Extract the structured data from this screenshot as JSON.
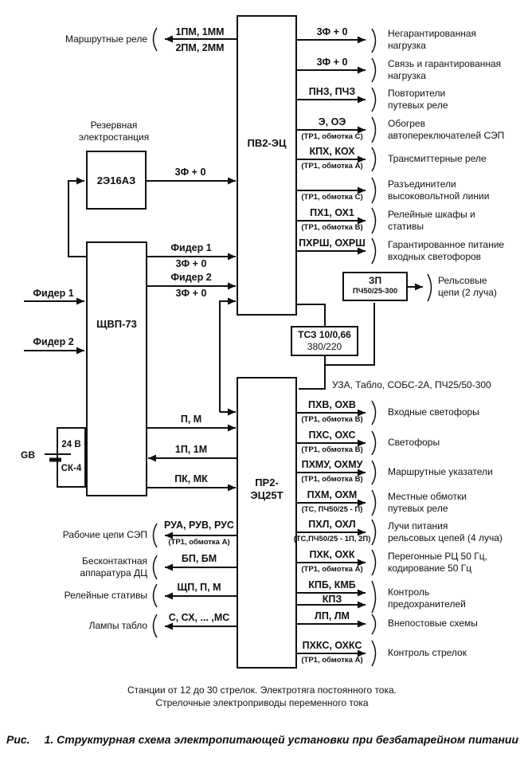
{
  "page": {
    "background": "#ffffff",
    "ink": "#101010"
  },
  "left": {
    "route_relays_label": "Маршрутные реле",
    "route_relays_des1": "1ПМ, 1ММ",
    "route_relays_des2": "2ПМ, 2ММ",
    "reserve_station_label": "Резервная\nэлектростанция",
    "generator_name": "2Э16АЗ",
    "generator_out": "3Ф + 0",
    "feeder1_in": "Фидер 1",
    "feeder2_in": "Фидер 2",
    "shvp_name": "ЩВП-73",
    "battery_gb": "GB",
    "battery_voltage": "24 В",
    "battery_type": "СК-4"
  },
  "shvp_to_pv2": [
    {
      "name": "Фидер 1",
      "phases": "3Ф + 0"
    },
    {
      "name": "Фидер 2",
      "phases": "3Ф + 0"
    }
  ],
  "shvp_pr2_links": [
    {
      "des": "П, М"
    },
    {
      "des": "1П, 1М"
    },
    {
      "des": "ПК, МК"
    }
  ],
  "pv2": {
    "name": "ПВ2-ЭЦ"
  },
  "pr2": {
    "name": "ПР2-\nЭЦ25Т"
  },
  "zp": {
    "name": "ЗП",
    "sub": "ПЧ50/25-300"
  },
  "tsz": {
    "name": "ТСЗ 10/0,66",
    "ratio": "380/220"
  },
  "uza_note": "УЗА, Табло, СОБС-2А, ПЧ25/50-300",
  "rail_circuits_label": "Рельсовые\nцепи (2 луча)",
  "pv2_outputs": [
    {
      "des": "3Ф + 0",
      "sub": "",
      "label": "Негарантированная\nнагрузка"
    },
    {
      "des": "3Ф + 0",
      "sub": "",
      "label": "Связь и гарантированная\nнагрузка"
    },
    {
      "des": "ПНЗ, ПЧЗ",
      "sub": "",
      "label": "Повторители\nпутевых реле"
    },
    {
      "des": "Э, ОЭ",
      "sub": "(ТР1, обмотка С)",
      "label": "Обогрев\nавтопереключателей СЭП"
    },
    {
      "des": "КПХ, КОХ",
      "sub": "(ТР1, обмотка А)",
      "label": "Трансмиттерные реле"
    },
    {
      "des": "",
      "sub": "(ТР1, обмотка С)",
      "label": "Разъединители\nвысоковольтной линии"
    },
    {
      "des": "ПХ1, ОХ1",
      "sub": "(ТР1, обмотка В)",
      "label": "Релейные шкафы и\nстативы"
    },
    {
      "des": "ПХРШ, ОХРШ",
      "sub": "",
      "label": "Гарантированное питание\nвходных светофоров"
    }
  ],
  "pr2_outputs": [
    {
      "des": "ПХВ, ОХВ",
      "sub": "(ТР1, обмотка В)",
      "label": "Входные светофоры"
    },
    {
      "des": "ПХС, ОХС",
      "sub": "(ТР1, обмотка В)",
      "label": "Светофоры"
    },
    {
      "des": "ПХМУ, ОХМУ",
      "sub": "(ТР1, обмотка В)",
      "label": "Маршрутные указатели"
    },
    {
      "des": "ПХМ, ОХМ",
      "sub": "(ТС, ПЧ50/25 - П)",
      "label": "Местные обмотки\nпутевых реле"
    },
    {
      "des": "ПХЛ, ОХЛ",
      "sub": "(ТС,ПЧ50/25 - 1П, 2П)",
      "label": "Лучи питания\nрельсовых цепей (4 луча)"
    },
    {
      "des": "ПХК, ОХК",
      "sub": "(ТР1, обмотка А)",
      "label": "Перегонные РЦ 50 Гц,\nкодирование 50 Гц"
    },
    {
      "des": "КПБ, КМБ",
      "des2": "КПЗ",
      "sub": "",
      "label": "Контроль\nпредохранителей"
    },
    {
      "des": "ЛП, ЛМ",
      "sub": "",
      "label": "Внепостовые схемы"
    },
    {
      "des": "ПХКС, ОХКС",
      "sub": "(ТР1, обмотка А)",
      "label": "Контроль стрелок"
    }
  ],
  "pr2_left_outputs": [
    {
      "des": "РУА, РУВ, РУС",
      "sub": "(ТР1, обмотка А)",
      "label": "Рабочие цепи СЭП"
    },
    {
      "des": "БП, БМ",
      "sub": "",
      "label": "Бесконтактная\nаппаратура ДЦ"
    },
    {
      "des": "ЩП, П, М",
      "sub": "",
      "label": "Релейные стативы"
    },
    {
      "des": "С, СХ, ... ,МС",
      "sub": "",
      "label": "Лампы табло"
    }
  ],
  "footer": {
    "note1": "Станции от 12 до 30 стрелок. Электротяга постоянного тока.",
    "note2": "Стрелочные электроприводы переменного тока",
    "caption_prefix": "Рис.",
    "caption": "1. Структурная схема электропитающей установки при безбатарейном питании"
  }
}
